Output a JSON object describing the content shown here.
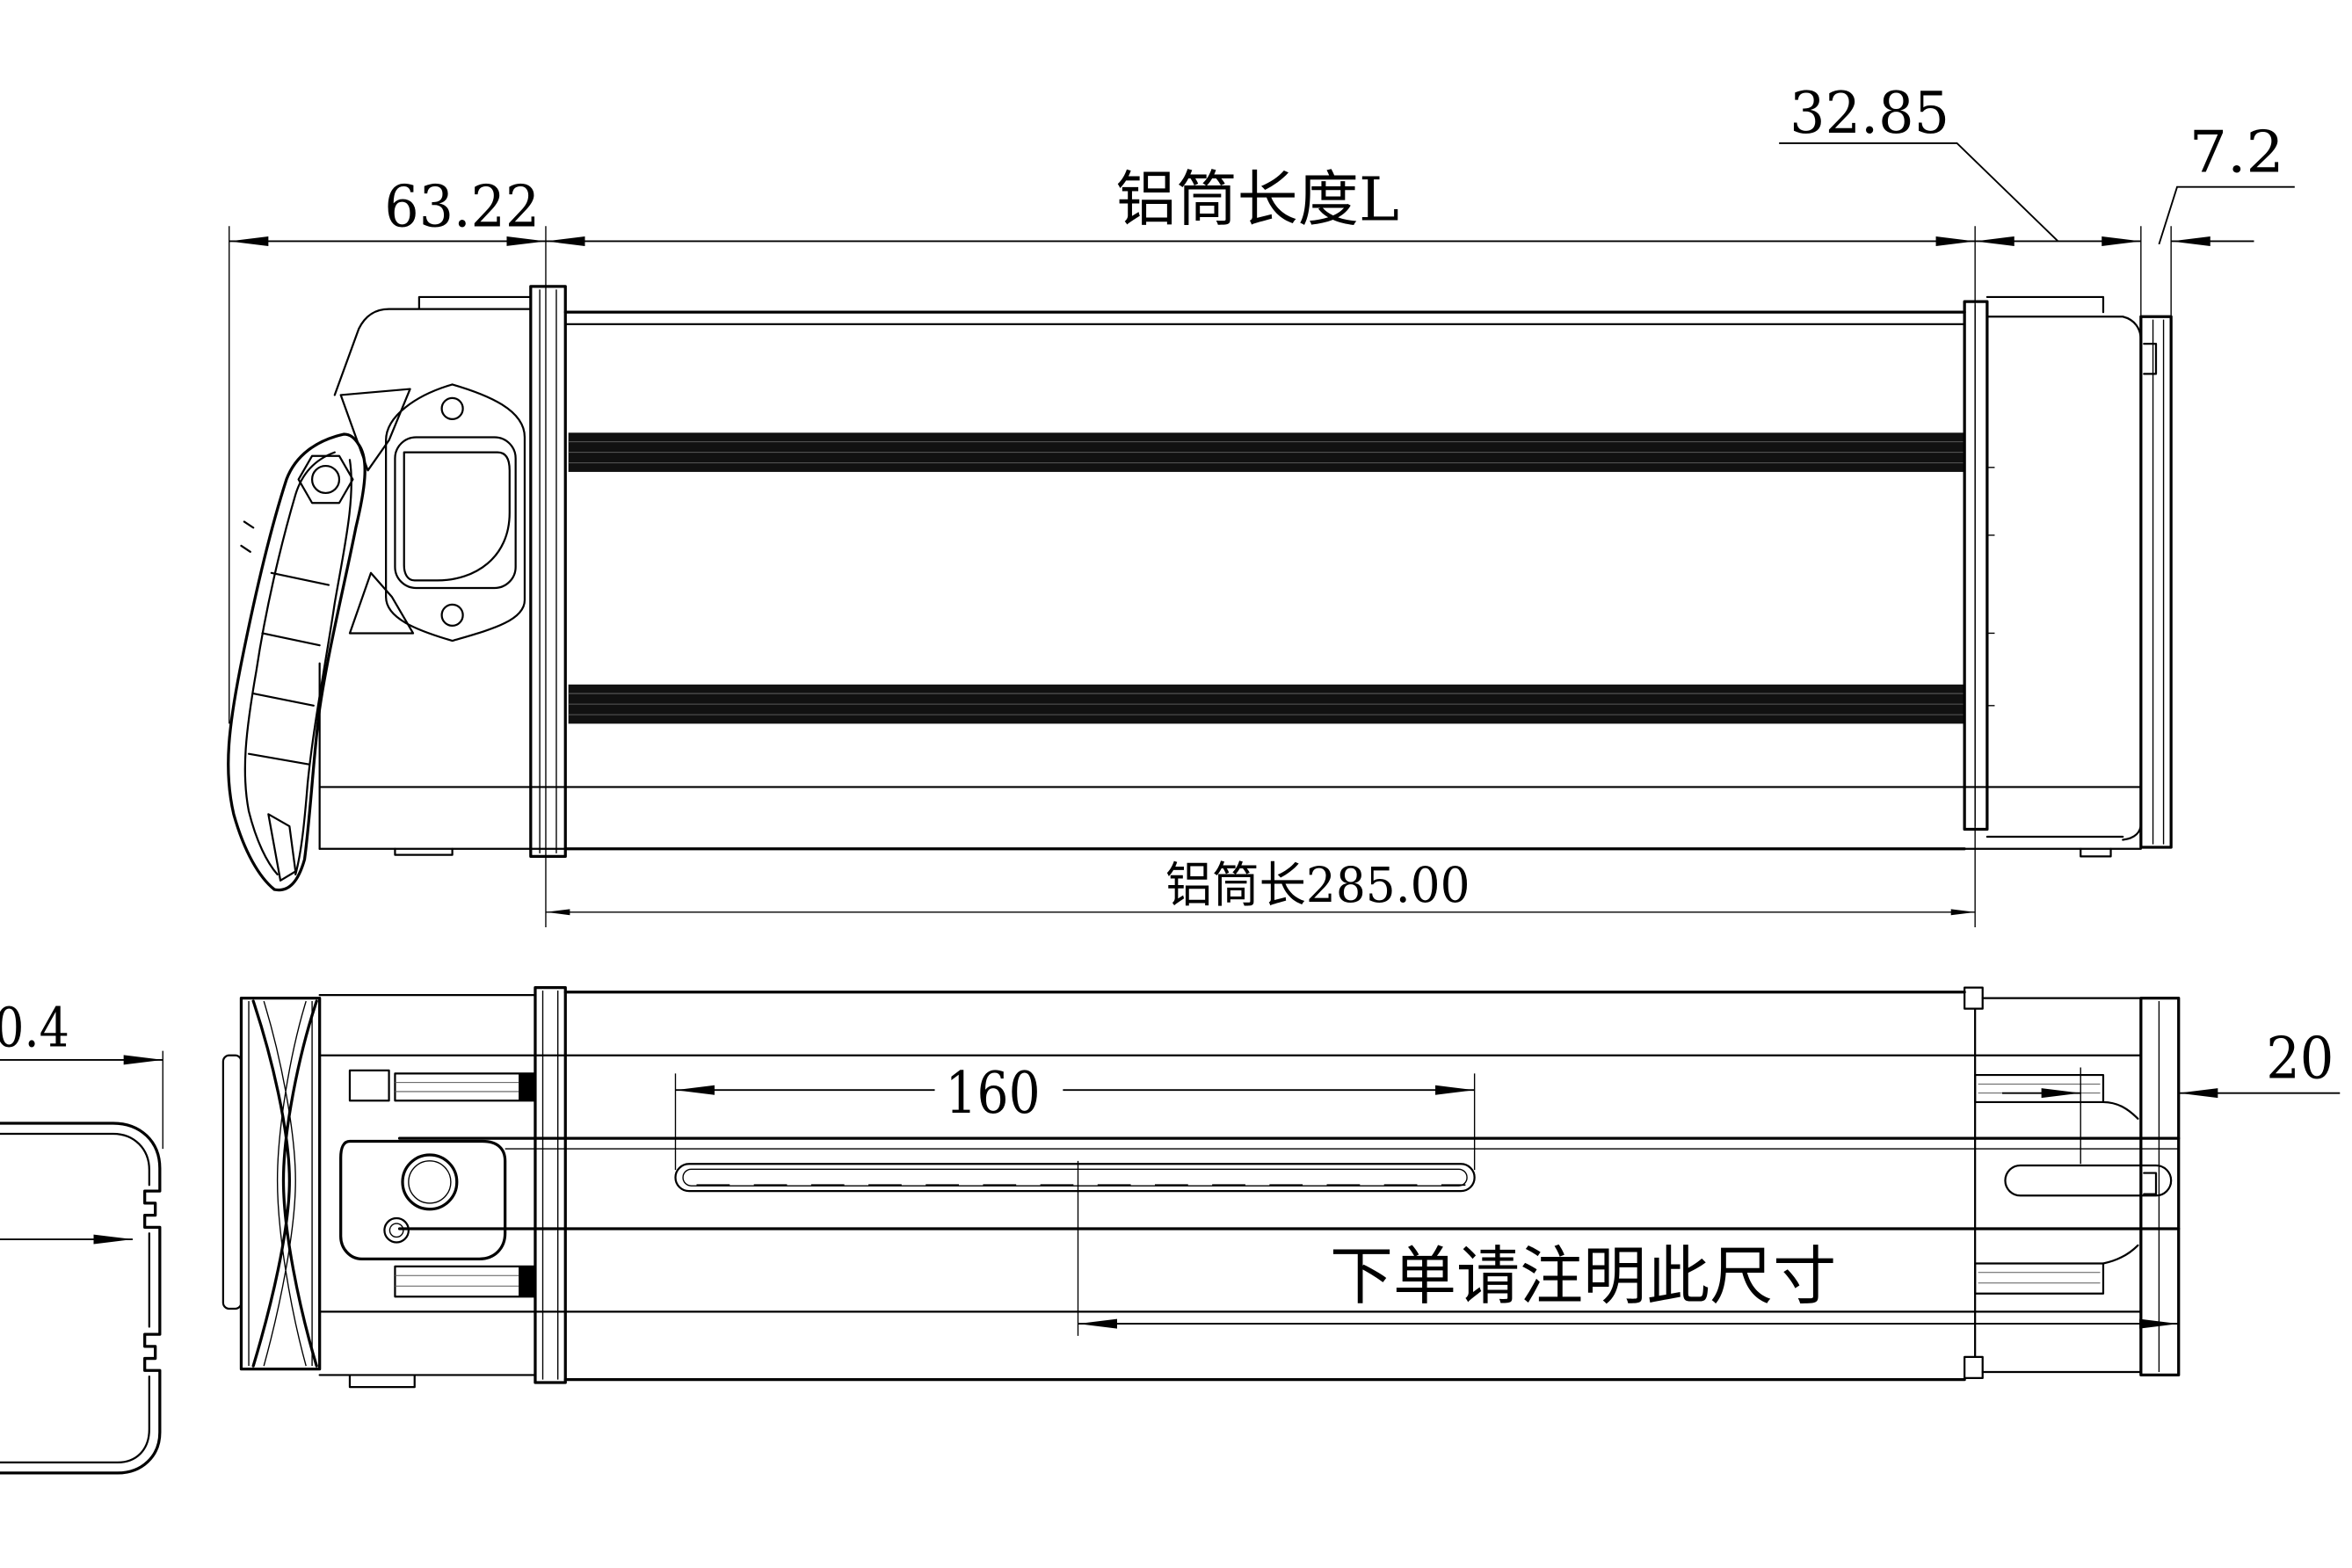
{
  "top_view": {
    "dim_left_end": "63.22",
    "dim_tube_length": "铝筒长度L",
    "dim_end_cap": "32.85",
    "dim_end_plate": "7.2",
    "tube_length_note": "铝筒长285.00"
  },
  "plan_view": {
    "dim_slot": "160",
    "dim_offset": "20",
    "order_note": "下单请注明此尺寸"
  },
  "section_view": {
    "dim_wall": "0.4"
  },
  "colors": {
    "ink": "#000000",
    "stripe": "#111111",
    "background": "#ffffff"
  }
}
